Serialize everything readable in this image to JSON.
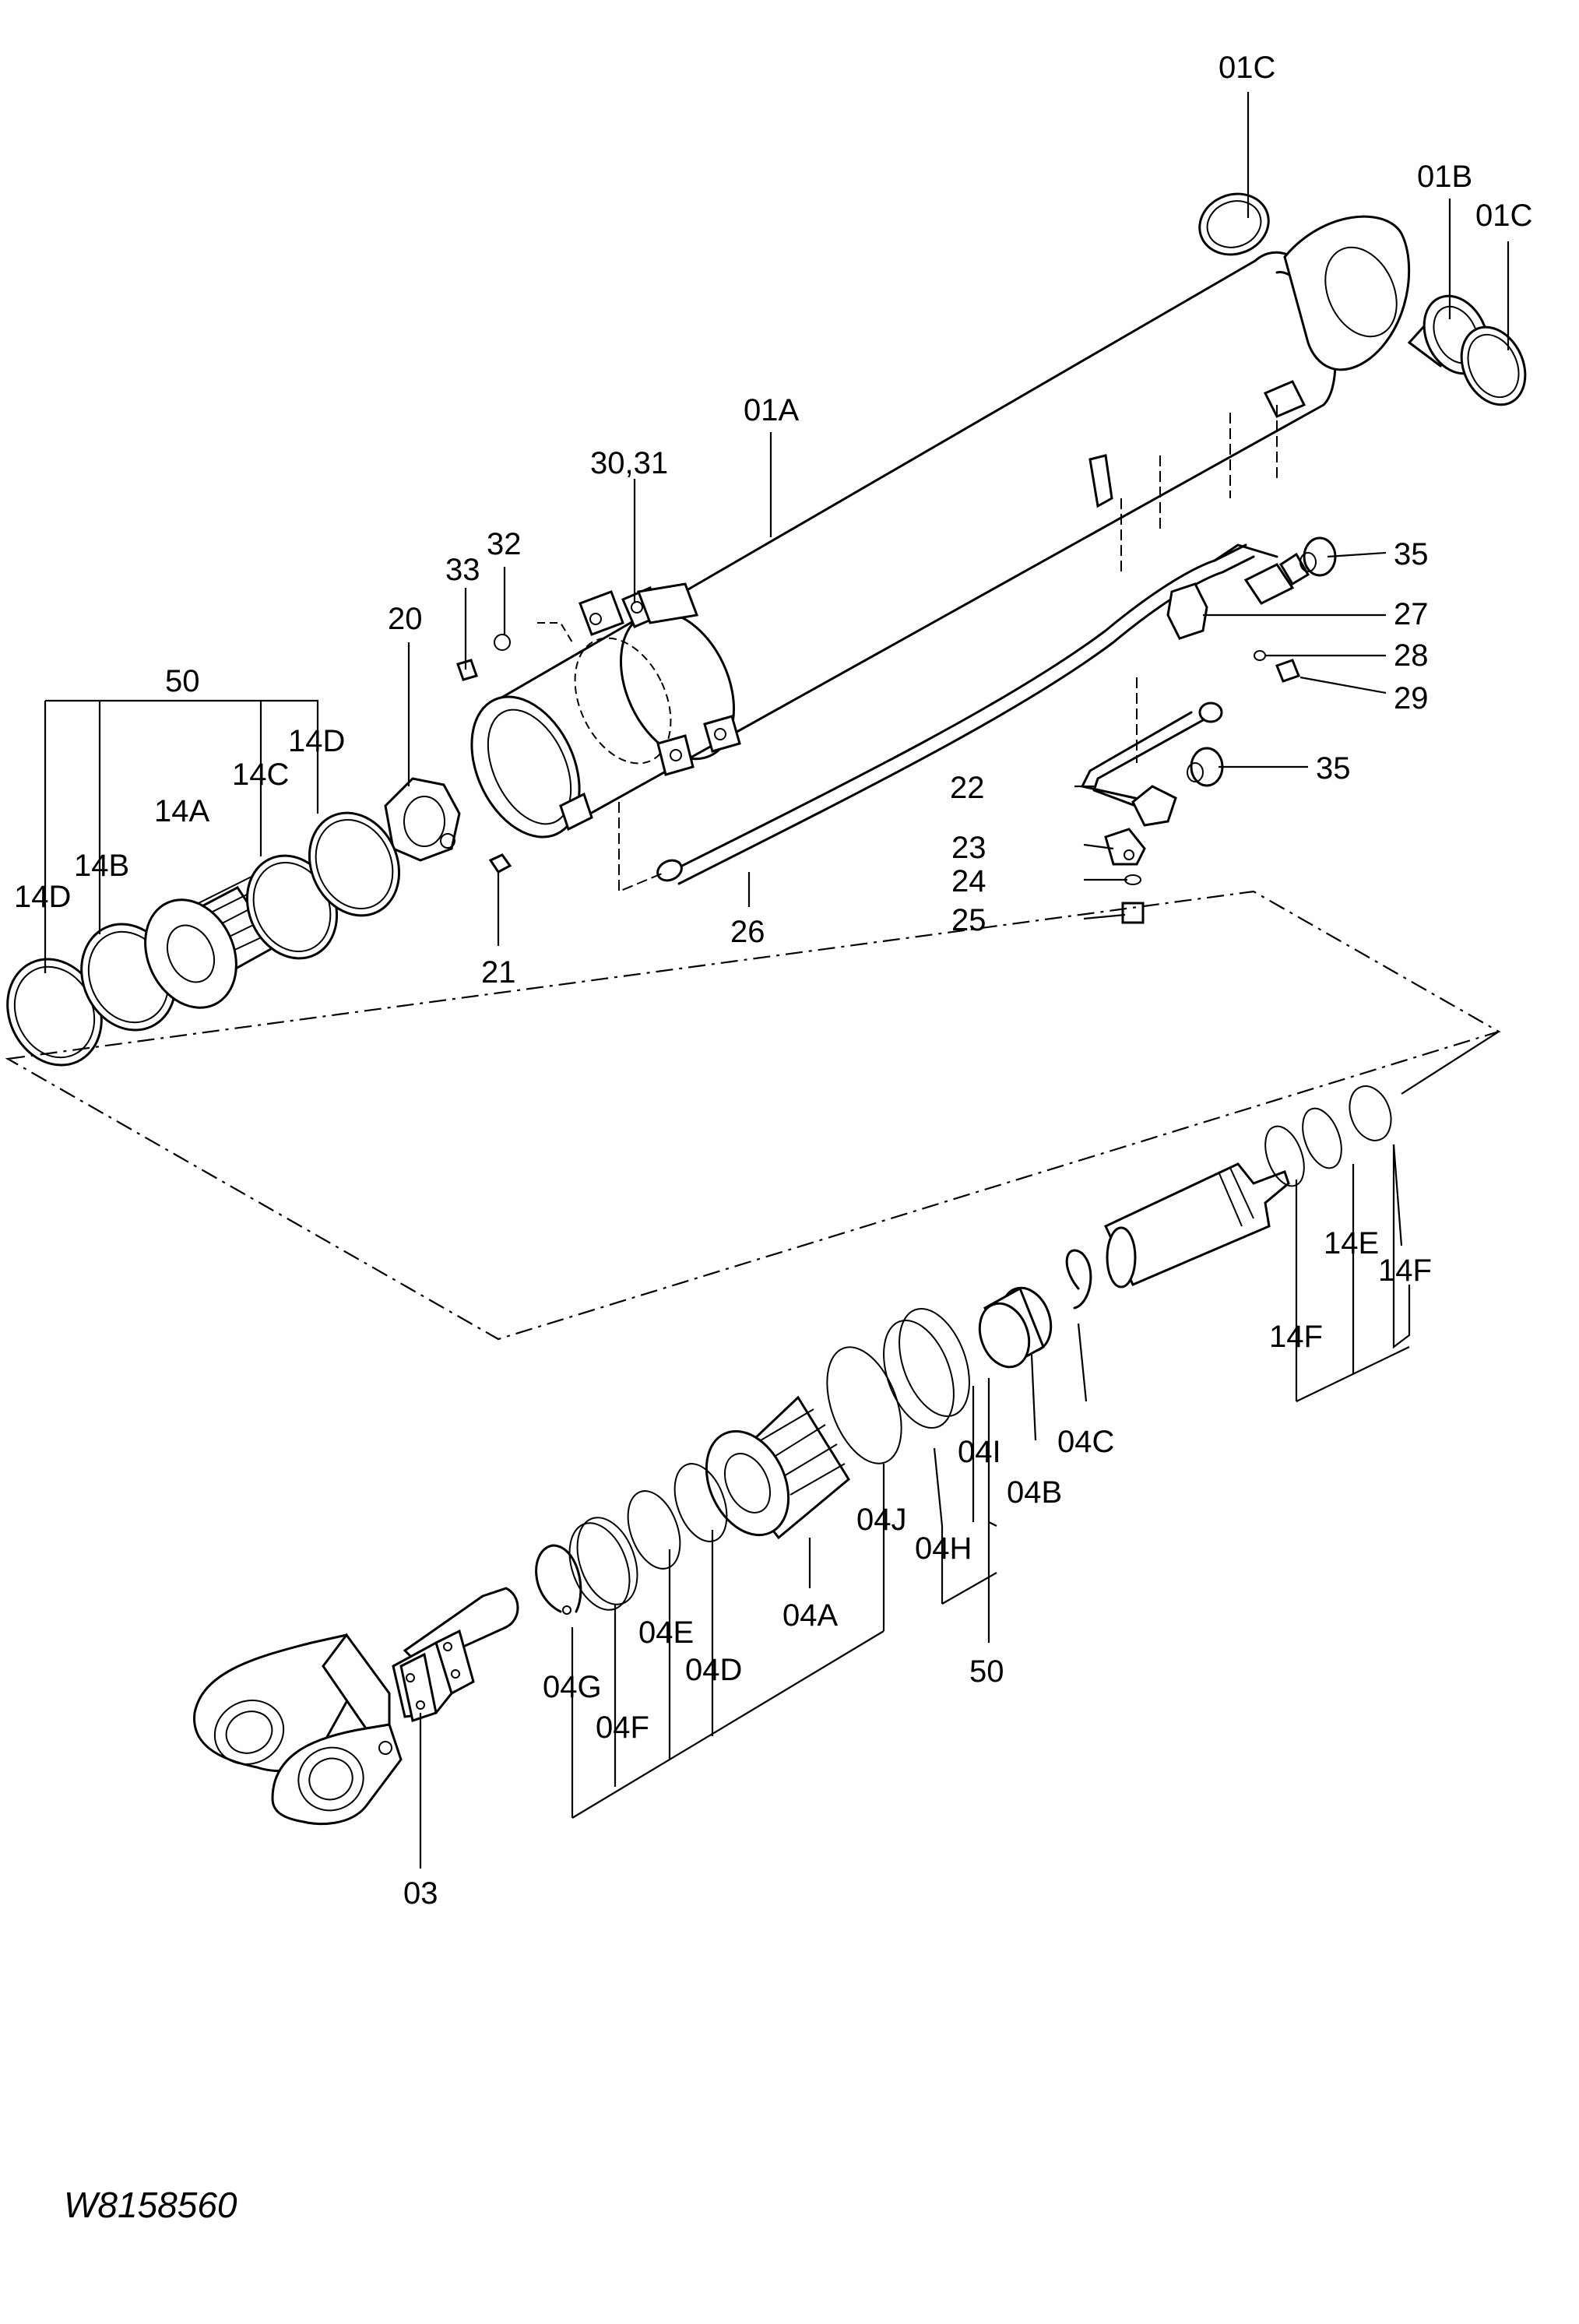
{
  "drawing_code": "W8158560",
  "labels": {
    "l01C_top": "01C",
    "l01B": "01B",
    "l01C_right": "01C",
    "l01A": "01A",
    "l30_31": "30,31",
    "l33": "33",
    "l32": "32",
    "l20": "20",
    "l50_top": "50",
    "l14D_upper": "14D",
    "l14C": "14C",
    "l14A": "14A",
    "l14B": "14B",
    "l14D_lower": "14D",
    "l21": "21",
    "l26": "26",
    "l35_top": "35",
    "l27": "27",
    "l28": "28",
    "l29": "29",
    "l22": "22",
    "l35_mid": "35",
    "l23": "23",
    "l24": "24",
    "l25": "25",
    "l14E": "14E",
    "l14F_right": "14F",
    "l14F_left": "14F",
    "l04C": "04C",
    "l04I": "04I",
    "l04B": "04B",
    "l04J": "04J",
    "l04H": "04H",
    "l04A": "04A",
    "l50_bottom": "50",
    "l04E": "04E",
    "l04D": "04D",
    "l04G": "04G",
    "l04F": "04F",
    "l03": "03"
  }
}
